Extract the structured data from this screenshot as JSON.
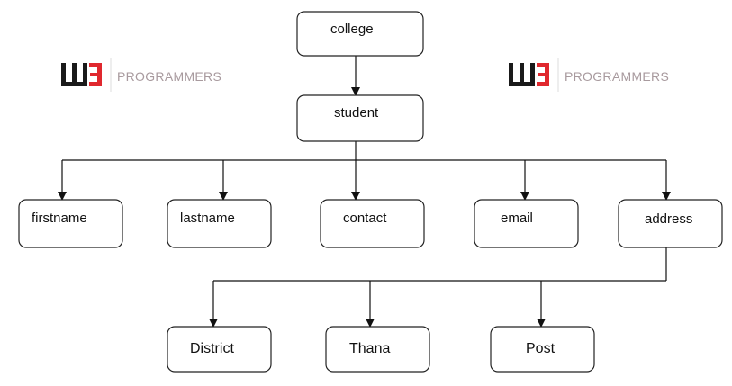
{
  "watermark": {
    "text": "PROGRAMMERS",
    "logo_colors": {
      "dark": "#1a1a1a",
      "accent": "#e0282e"
    }
  },
  "nodes": {
    "college": "college",
    "student": "student",
    "firstname": "firstname",
    "lastname": "lastname",
    "contact": "contact",
    "email": "email",
    "address": "address",
    "district": "District",
    "thana": "Thana",
    "post": "Post"
  }
}
